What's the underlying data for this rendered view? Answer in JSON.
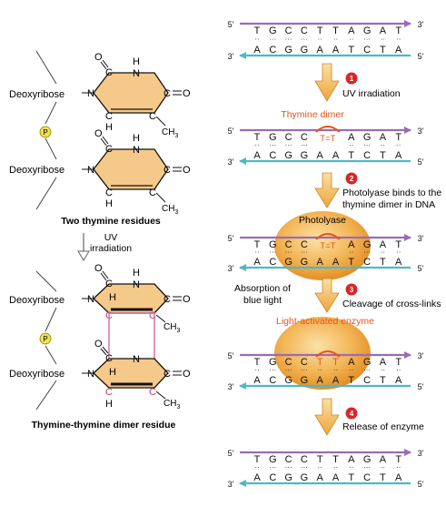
{
  "left_panel": {
    "deoxyribose": "Deoxyribose",
    "phosphate": "P",
    "atoms": {
      "O": "O",
      "N": "N",
      "H": "H",
      "C": "C",
      "CH3": "CH",
      "sub3": "3"
    },
    "two_thymine_caption": "Two thymine residues",
    "uv_line1": "UV",
    "uv_line2": "irradiation",
    "dimer_caption": "Thymine-thymine dimer residue"
  },
  "dna": {
    "end_5": "5'",
    "end_3": "3'",
    "top_strand": [
      "T",
      "G",
      "C",
      "C",
      "T",
      "T",
      "A",
      "G",
      "A",
      "T"
    ],
    "bottom_strand": [
      "A",
      "C",
      "G",
      "G",
      "A",
      "A",
      "T",
      "C",
      "T",
      "A"
    ],
    "dimer_pair": "T=T",
    "bond_marks": [
      "··",
      "···",
      "···",
      "···",
      "··",
      "··",
      "··",
      "···",
      "··",
      "··"
    ]
  },
  "steps": [
    {
      "number": "1",
      "label_lines": [
        "UV irradiation"
      ]
    },
    {
      "number": "2",
      "label_lines": [
        "Photolyase binds to the",
        "thymine dimer in DNA"
      ]
    },
    {
      "number": "3",
      "label_lines": [
        "Cleavage of cross-links"
      ]
    },
    {
      "number": "4",
      "label_lines": [
        "Release of enzyme"
      ]
    }
  ],
  "annotations": {
    "thymine_dimer": "Thymine dimer",
    "photolyase": "Photolyase",
    "absorption_line1": "Absorption of",
    "absorption_line2": "blue light",
    "light_activated": "Light-activated enzyme"
  },
  "colors": {
    "top_strand": "#9b6bb5",
    "bottom_strand": "#4fb8c6",
    "ring_fill": "#f5c98a",
    "ring_stroke": "#111111",
    "dimer_bond": "#d46a9a",
    "phosphate_fill": "#f1e14a",
    "step_badge": "#d7262a",
    "dimer_text": "#e5531a",
    "enzyme_fill": "#f0a53a",
    "process_arrow": "#f2b44a"
  },
  "icons": {
    "process_arrow": "down-arrow-icon",
    "small_arrow": "hollow-down-arrow-icon"
  }
}
